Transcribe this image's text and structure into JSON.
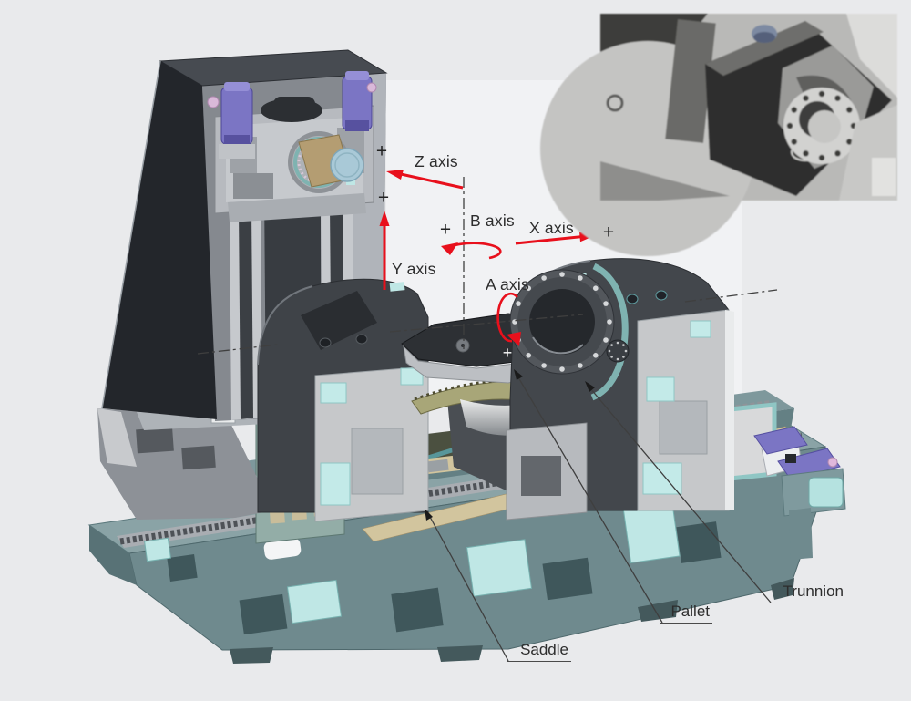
{
  "diagram": {
    "type": "machine-tool-axes-diagram",
    "axes": [
      {
        "id": "z",
        "label": "Z axis",
        "marker": "+",
        "kind": "linear"
      },
      {
        "id": "y",
        "label": "Y axis",
        "marker": "+",
        "kind": "linear"
      },
      {
        "id": "x",
        "label": "X axis",
        "marker": "+",
        "kind": "linear"
      },
      {
        "id": "b",
        "label": "B axis",
        "marker": "+",
        "kind": "rotary"
      },
      {
        "id": "a",
        "label": "A axis",
        "marker": "+",
        "kind": "rotary"
      }
    ],
    "parts": [
      {
        "id": "saddle",
        "label": "Saddle"
      },
      {
        "id": "pallet",
        "label": "Pallet"
      },
      {
        "id": "trunnion",
        "label": "Trunnion"
      }
    ],
    "colors": {
      "background": "#e9eaec",
      "annotation_red": "#e8101c",
      "label_text": "#2d2d2d",
      "leader_line": "#3f3f3f",
      "machine_dark": "#25282c",
      "machine_gray": "#c6c8ca",
      "bed_teal": "#7f9a9e",
      "pad_cyan": "#c3eae8",
      "motor_purple": "#7b75c4",
      "spindle_tan": "#b49d72",
      "spindle_cap_blue": "#a9c9d7",
      "saddle_tan": "#d2c59e",
      "saddle_green": "#93ada7"
    }
  }
}
